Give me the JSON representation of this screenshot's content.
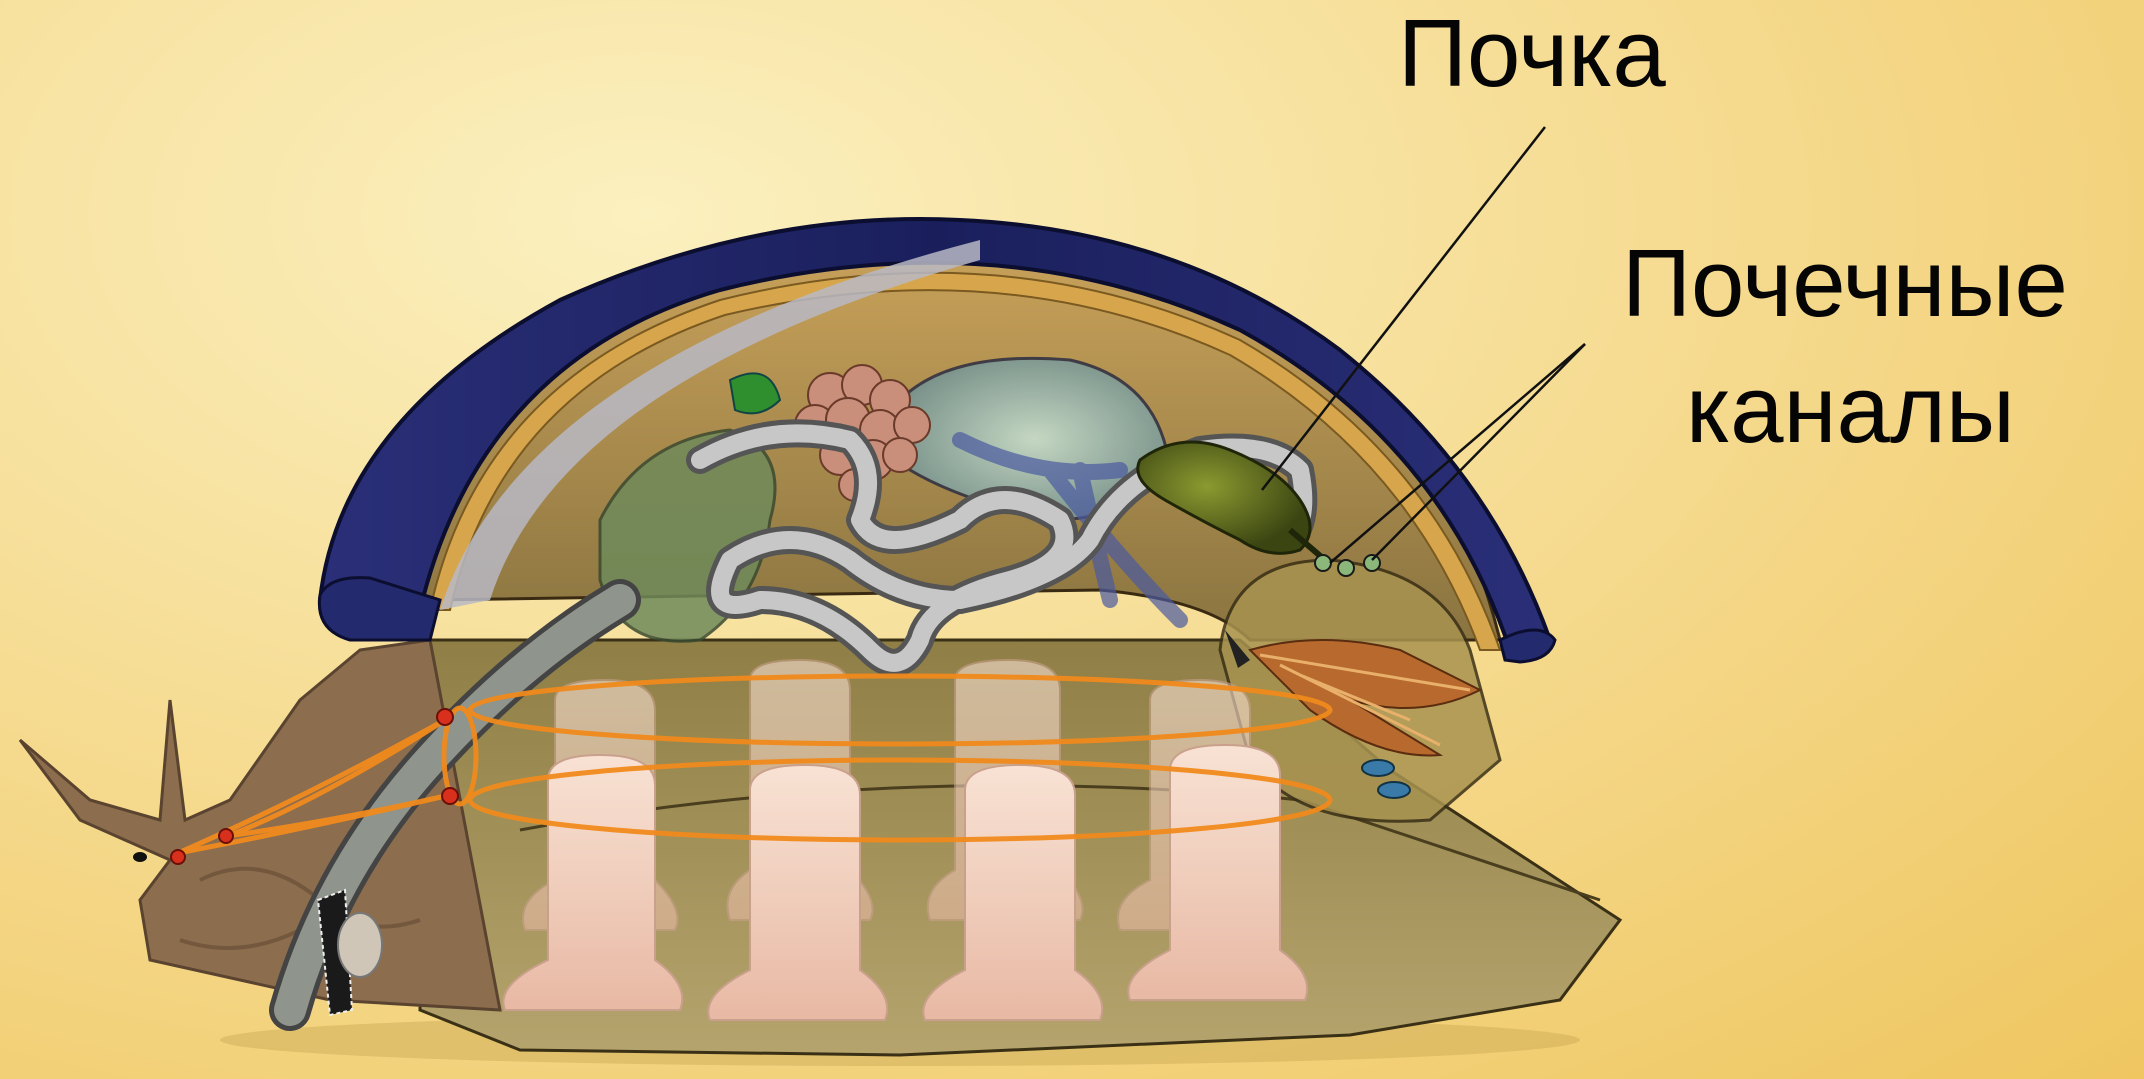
{
  "labels": {
    "kidney": "Почка",
    "renal_canals_line1": "Почечные",
    "renal_canals_line2": "каналы"
  },
  "colors": {
    "background": "#f6dd95",
    "shell_outer": "#1f2566",
    "shell_inner": "#c99440",
    "body": "#9a8748",
    "foot": "#a69560",
    "nerve_ring": "#f08a1c",
    "gut": "#b4b4b4",
    "kidney": "#5a6a1c",
    "gill": "#b96a2e",
    "head": "#8a6a4a",
    "muscle": "#f5d6c4"
  }
}
